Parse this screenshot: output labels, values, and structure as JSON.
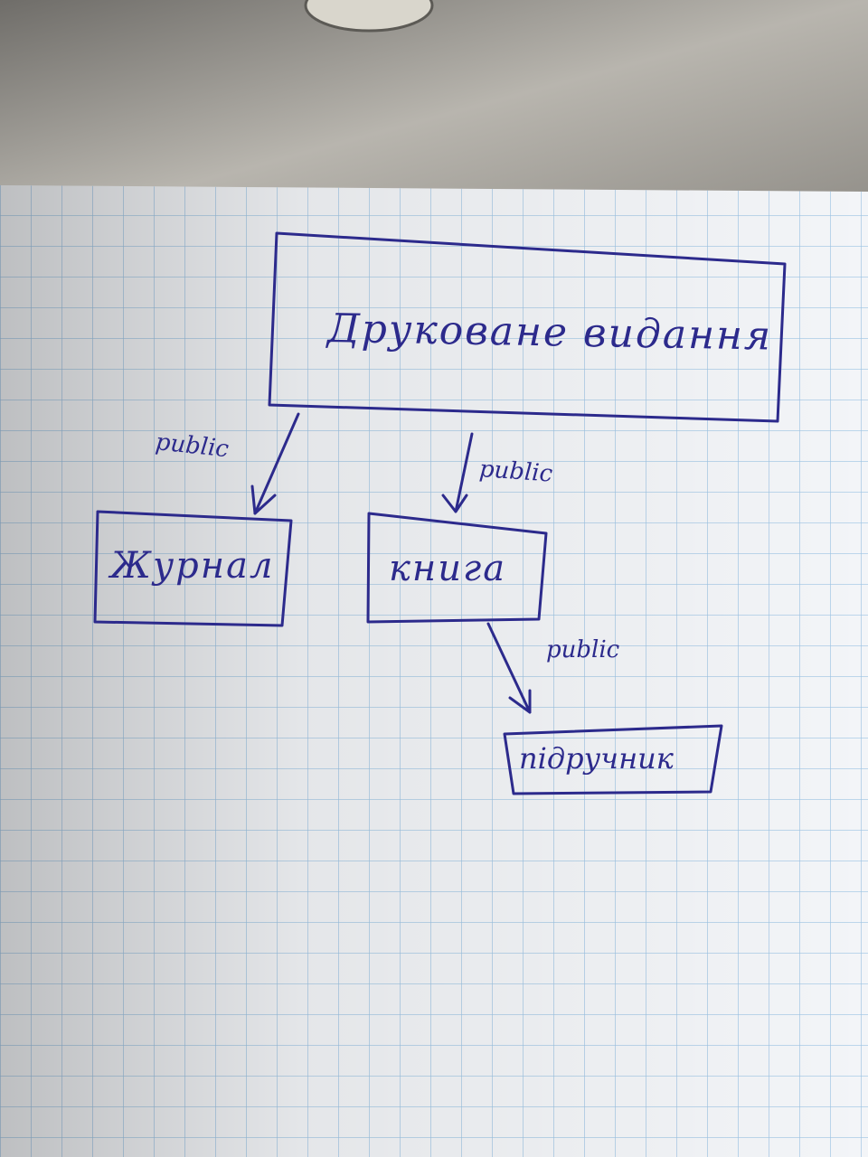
{
  "nodes": {
    "root": {
      "label": "Друковане видання"
    },
    "journal": {
      "label": "Журнал"
    },
    "book": {
      "label": "книга"
    },
    "textbook": {
      "label": "підручник"
    }
  },
  "edges": [
    {
      "from": "root",
      "to": "journal",
      "label": "public"
    },
    {
      "from": "root",
      "to": "book",
      "label": "public"
    },
    {
      "from": "book",
      "to": "textbook",
      "label": "public"
    }
  ],
  "colors": {
    "ink": "#2c2a8c",
    "paper": "#f3f5f8",
    "grid": "#9cc3e3"
  }
}
